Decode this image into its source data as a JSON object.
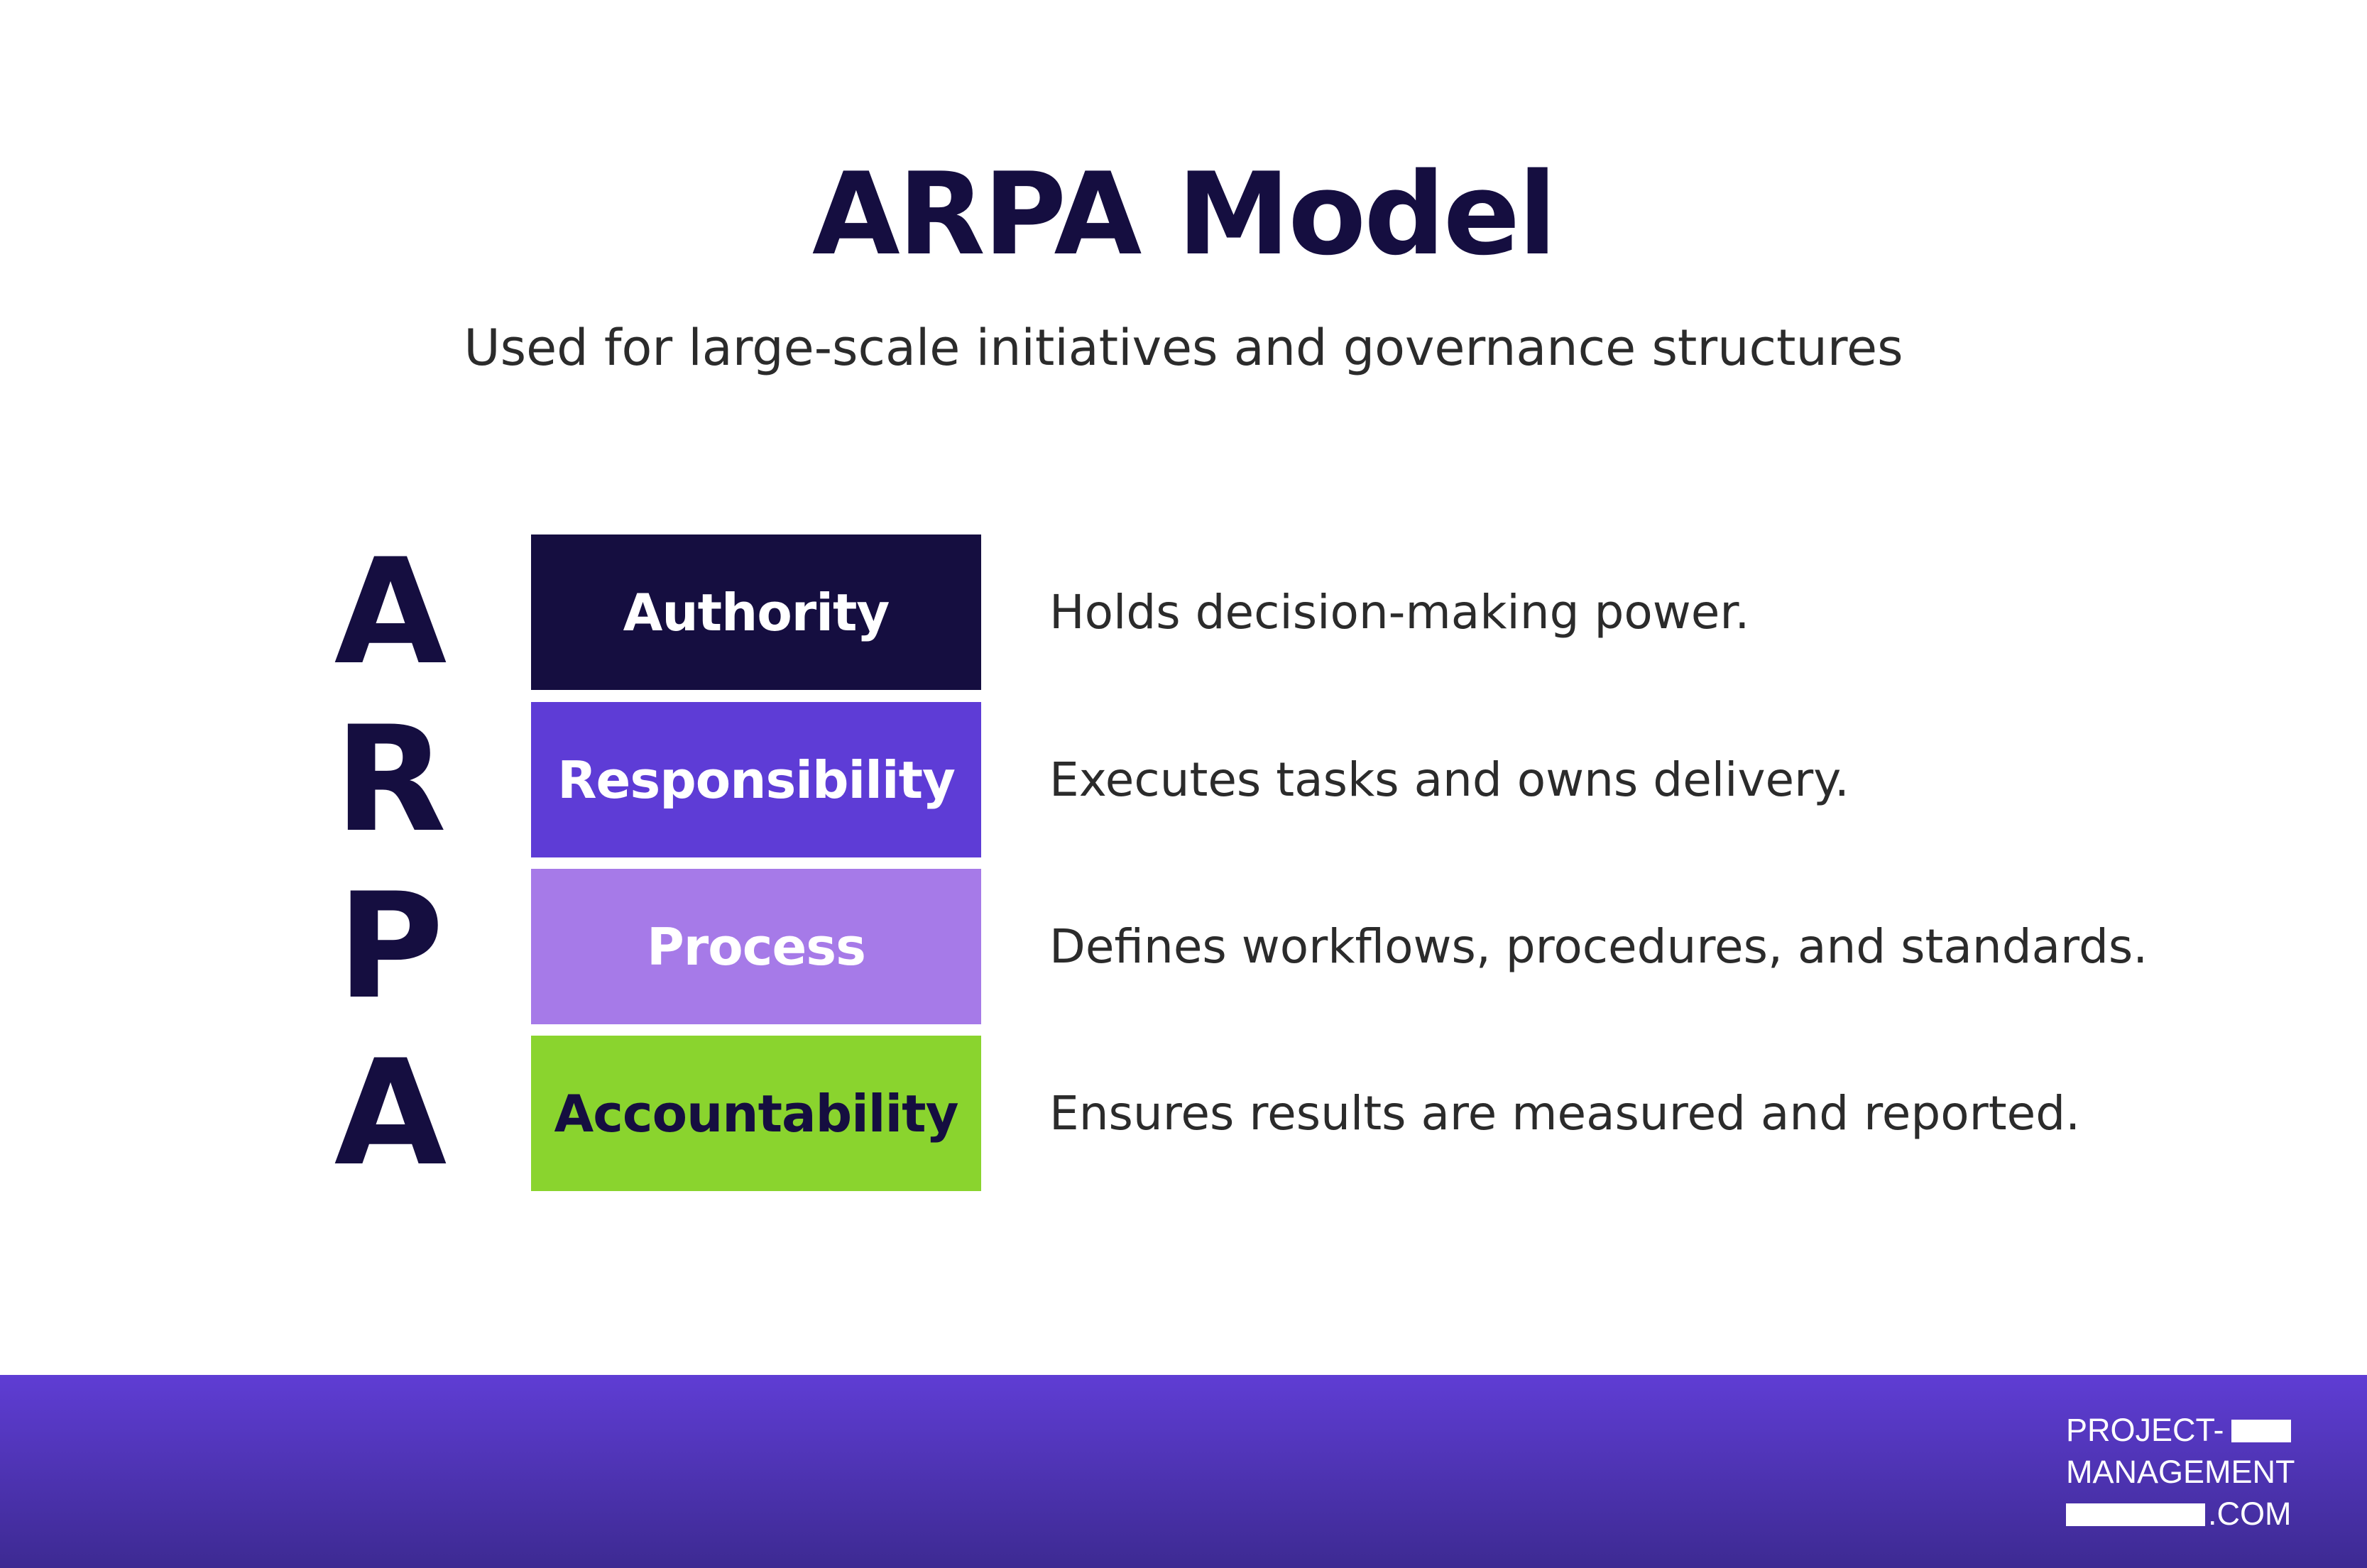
{
  "header": {
    "title": "ARPA Model",
    "subtitle": "Used for large-scale initiatives and governance structures"
  },
  "rows": [
    {
      "letter": "A",
      "label": "Authority",
      "description": "Holds decision-making power.",
      "color": "#150e40",
      "text_color": "#ffffff"
    },
    {
      "letter": "R",
      "label": "Responsibility",
      "description": "Executes tasks and owns delivery.",
      "color": "#5e3cd6",
      "text_color": "#ffffff"
    },
    {
      "letter": "P",
      "label": "Process",
      "description": "Defines workflows, procedures, and standards.",
      "color": "#a67ae8",
      "text_color": "#ffffff"
    },
    {
      "letter": "A",
      "label": "Accountability",
      "description": "Ensures results are measured and reported.",
      "color": "#8ad42e",
      "text_color": "#150e40"
    }
  ],
  "footer": {
    "logo": {
      "line1": "PROJECT-",
      "line2": "MANAGEMENT",
      "line3": ".COM"
    }
  }
}
